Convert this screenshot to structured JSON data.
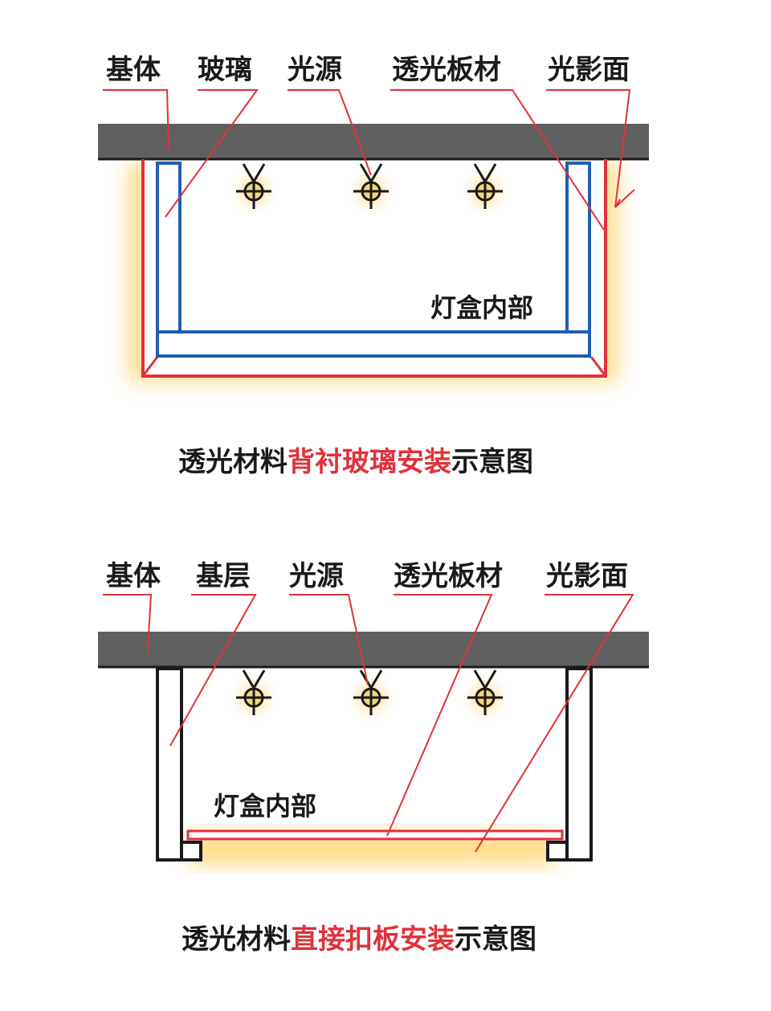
{
  "diagram1": {
    "labels": {
      "base": "基体",
      "glass": "玻璃",
      "light_source": "光源",
      "translucent_panel": "透光板材",
      "light_surface": "光影面"
    },
    "inner_label": "灯盒内部",
    "caption": {
      "prefix": "透光材料",
      "highlight": "背衬玻璃安装",
      "suffix": "示意图"
    }
  },
  "diagram2": {
    "labels": {
      "base": "基体",
      "base_layer": "基层",
      "light_source": "光源",
      "translucent_panel": "透光板材",
      "light_surface": "光影面"
    },
    "inner_label": "灯盒内部",
    "caption": {
      "prefix": "透光材料",
      "highlight": "直接扣板安装",
      "suffix": "示意图"
    }
  },
  "colors": {
    "base_slab": "#5f5f5f",
    "glass_frame": "#1f5fb0",
    "panel_red": "#e0323a",
    "leader": "#e0323a",
    "glow": "#ffd36b",
    "lamp": "#c9a227"
  },
  "icons": [
    "light-fixture-icon"
  ]
}
